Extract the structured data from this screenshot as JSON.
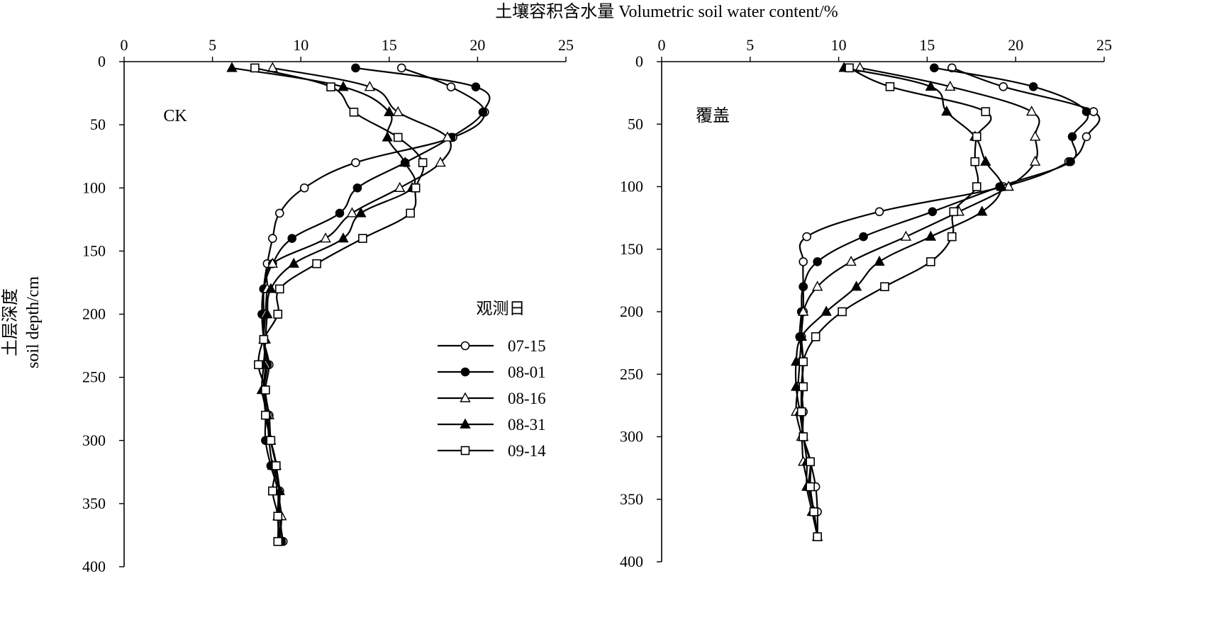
{
  "figure": {
    "top_axis_label": "土壤容积含水量 Volumetric soil water content/%",
    "y_axis_label_cn": "土层深度",
    "y_axis_label_en": "soil depth/cm",
    "legend_title": "观测日"
  },
  "chart_data": [
    {
      "type": "line",
      "panel_label": "CK",
      "xlabel": "土壤容积含水量 Volumetric soil water content/%",
      "ylabel": "土层深度 soil depth/cm",
      "xlim": [
        0,
        25
      ],
      "ylim": [
        0,
        400
      ],
      "y_inverted": true,
      "x_axis_position": "top",
      "x_ticks": [
        0,
        5,
        10,
        15,
        20,
        25
      ],
      "y_ticks": [
        0,
        50,
        100,
        150,
        200,
        250,
        300,
        350,
        400
      ],
      "legend": {
        "title": "观测日",
        "placement": "center-right"
      },
      "series": [
        {
          "name": "07-15",
          "marker": "open-circle",
          "depth": [
            5,
            20,
            40,
            60,
            80,
            100,
            120,
            140,
            160,
            180,
            200,
            220,
            240,
            260,
            280,
            300,
            320,
            340,
            360,
            380
          ],
          "values": [
            15.7,
            18.5,
            20.4,
            18.6,
            13.1,
            10.2,
            8.8,
            8.4,
            8.1,
            7.9,
            7.9,
            7.9,
            8.2,
            8.0,
            8.2,
            8.3,
            8.6,
            8.8,
            8.8,
            9.0
          ]
        },
        {
          "name": "08-01",
          "marker": "filled-circle",
          "depth": [
            5,
            20,
            40,
            60,
            80,
            100,
            120,
            140,
            160,
            180,
            200,
            220,
            240,
            260,
            280,
            300,
            320,
            340,
            360,
            380
          ],
          "values": [
            13.1,
            19.9,
            20.3,
            18.5,
            15.9,
            13.2,
            12.2,
            9.5,
            8.4,
            7.9,
            7.8,
            7.9,
            8.1,
            7.9,
            8.0,
            8.0,
            8.3,
            8.7,
            8.7,
            8.9
          ]
        },
        {
          "name": "08-16",
          "marker": "open-triangle",
          "depth": [
            5,
            20,
            40,
            60,
            80,
            100,
            120,
            140,
            160,
            180,
            200,
            220,
            240,
            260,
            280,
            300,
            320,
            340,
            360,
            380
          ],
          "values": [
            8.4,
            13.9,
            15.5,
            18.3,
            17.9,
            15.6,
            12.9,
            11.4,
            8.4,
            8.1,
            8.0,
            7.9,
            8.0,
            7.9,
            8.2,
            8.3,
            8.6,
            8.7,
            8.9,
            8.8
          ]
        },
        {
          "name": "08-31",
          "marker": "filled-triangle",
          "depth": [
            5,
            20,
            40,
            60,
            80,
            100,
            120,
            140,
            160,
            180,
            200,
            220,
            240,
            260,
            280,
            300,
            320,
            340,
            360,
            380
          ],
          "values": [
            6.1,
            12.4,
            15.0,
            14.9,
            15.9,
            16.3,
            13.4,
            12.4,
            9.6,
            8.3,
            8.1,
            8.0,
            7.9,
            7.8,
            8.1,
            8.2,
            8.4,
            8.8,
            8.7,
            8.8
          ]
        },
        {
          "name": "09-14",
          "marker": "open-square",
          "depth": [
            5,
            20,
            40,
            60,
            80,
            100,
            120,
            140,
            160,
            180,
            200,
            220,
            240,
            260,
            280,
            300,
            320,
            340,
            360,
            380
          ],
          "values": [
            7.4,
            11.7,
            13.0,
            15.5,
            16.9,
            16.5,
            16.2,
            13.5,
            10.9,
            8.8,
            8.7,
            7.9,
            7.6,
            8.0,
            8.0,
            8.3,
            8.6,
            8.4,
            8.7,
            8.7
          ]
        }
      ]
    },
    {
      "type": "line",
      "panel_label": "覆盖",
      "xlabel": "土壤容积含水量 Volumetric soil water content/%",
      "ylabel": "土层深度 soil depth/cm",
      "xlim": [
        0,
        25
      ],
      "ylim": [
        0,
        400
      ],
      "y_inverted": true,
      "x_axis_position": "top",
      "x_ticks": [
        0,
        5,
        10,
        15,
        20,
        25
      ],
      "y_ticks": [
        0,
        50,
        100,
        150,
        200,
        250,
        300,
        350,
        400
      ],
      "series": [
        {
          "name": "07-15",
          "marker": "open-circle",
          "depth": [
            5,
            20,
            40,
            60,
            80,
            100,
            120,
            140,
            160,
            180,
            200,
            220,
            240,
            260,
            280,
            300,
            320,
            340,
            360,
            380
          ],
          "values": [
            16.4,
            19.3,
            24.4,
            24.0,
            23.0,
            19.3,
            12.3,
            8.2,
            8.0,
            8.0,
            8.0,
            7.9,
            8.0,
            7.9,
            8.0,
            8.0,
            8.4,
            8.7,
            8.8,
            8.8
          ]
        },
        {
          "name": "08-01",
          "marker": "filled-circle",
          "depth": [
            5,
            20,
            40,
            60,
            80,
            100,
            120,
            140,
            160,
            180,
            200,
            220,
            240,
            260,
            280,
            300,
            320,
            340,
            360,
            380
          ],
          "values": [
            15.4,
            21.0,
            24.0,
            23.2,
            23.1,
            19.1,
            15.3,
            11.4,
            8.8,
            8.0,
            7.9,
            7.8,
            8.0,
            7.9,
            7.9,
            8.0,
            8.4,
            8.3,
            8.6,
            8.8
          ]
        },
        {
          "name": "08-16",
          "marker": "open-triangle",
          "depth": [
            5,
            20,
            40,
            60,
            80,
            100,
            120,
            140,
            160,
            180,
            200,
            220,
            240,
            260,
            280,
            300,
            320,
            340,
            360,
            380
          ],
          "values": [
            11.2,
            16.3,
            20.9,
            21.1,
            21.1,
            19.6,
            16.8,
            13.8,
            10.7,
            8.8,
            8.0,
            7.9,
            7.8,
            7.7,
            7.6,
            7.9,
            8.0,
            8.3,
            8.6,
            8.8
          ]
        },
        {
          "name": "08-31",
          "marker": "filled-triangle",
          "depth": [
            5,
            20,
            40,
            60,
            80,
            100,
            120,
            140,
            160,
            180,
            200,
            220,
            240,
            260,
            280,
            300,
            320,
            340,
            360,
            380
          ],
          "values": [
            10.3,
            15.2,
            16.1,
            17.7,
            18.3,
            19.2,
            18.1,
            15.2,
            12.3,
            11.0,
            9.3,
            7.9,
            7.6,
            7.6,
            7.8,
            8.0,
            8.2,
            8.2,
            8.5,
            8.8
          ]
        },
        {
          "name": "09-14",
          "marker": "open-square",
          "depth": [
            5,
            20,
            40,
            60,
            80,
            100,
            120,
            140,
            160,
            180,
            200,
            220,
            240,
            260,
            280,
            300,
            320,
            340,
            360,
            380
          ],
          "values": [
            10.6,
            12.9,
            18.3,
            17.8,
            17.7,
            17.8,
            16.5,
            16.4,
            15.2,
            12.6,
            10.2,
            8.7,
            8.0,
            8.0,
            7.9,
            8.0,
            8.4,
            8.4,
            8.6,
            8.8
          ]
        }
      ]
    }
  ]
}
